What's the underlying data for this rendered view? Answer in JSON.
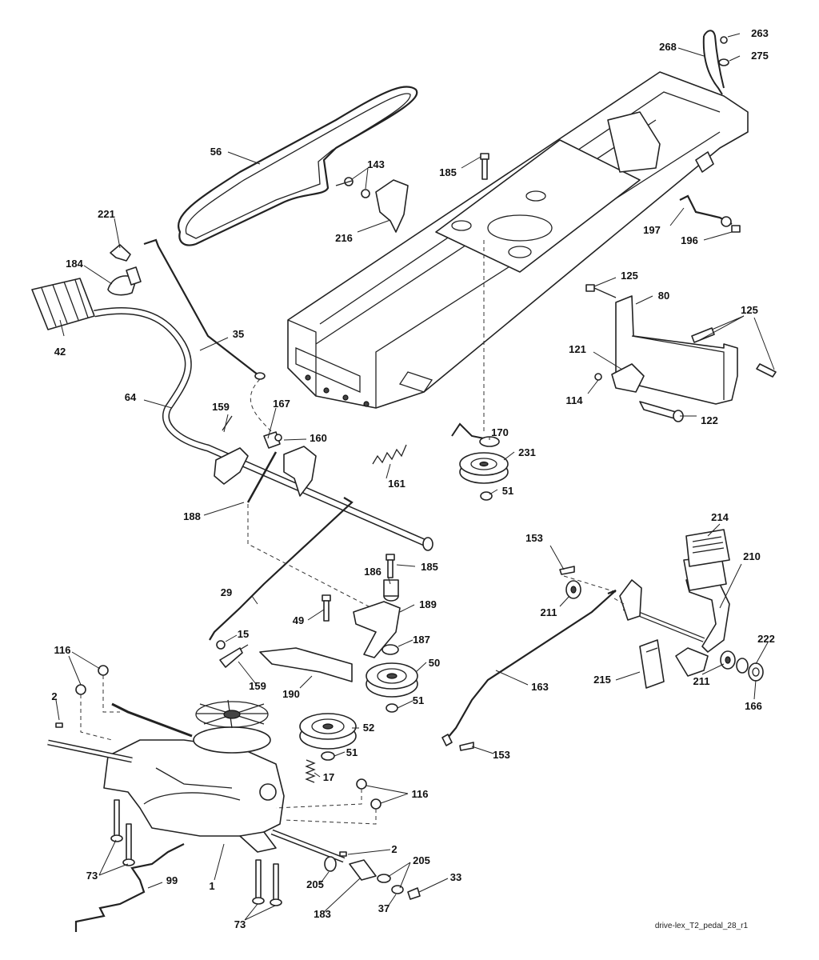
{
  "caption": "drive-lex_T2_pedal_28_r1",
  "labels": [
    {
      "id": "p263",
      "text": "263"
    },
    {
      "id": "p268",
      "text": "268"
    },
    {
      "id": "p275",
      "text": "275"
    },
    {
      "id": "p56",
      "text": "56"
    },
    {
      "id": "p143",
      "text": "143"
    },
    {
      "id": "p185a",
      "text": "185"
    },
    {
      "id": "p216",
      "text": "216"
    },
    {
      "id": "p221",
      "text": "221"
    },
    {
      "id": "p184",
      "text": "184"
    },
    {
      "id": "p42",
      "text": "42"
    },
    {
      "id": "p35",
      "text": "35"
    },
    {
      "id": "p197",
      "text": "197"
    },
    {
      "id": "p196",
      "text": "196"
    },
    {
      "id": "p125a",
      "text": "125"
    },
    {
      "id": "p80",
      "text": "80"
    },
    {
      "id": "p125b",
      "text": "125"
    },
    {
      "id": "p121",
      "text": "121"
    },
    {
      "id": "p114",
      "text": "114"
    },
    {
      "id": "p122",
      "text": "122"
    },
    {
      "id": "p64",
      "text": "64"
    },
    {
      "id": "p159a",
      "text": "159"
    },
    {
      "id": "p167",
      "text": "167"
    },
    {
      "id": "p160",
      "text": "160"
    },
    {
      "id": "p170",
      "text": "170"
    },
    {
      "id": "p231",
      "text": "231"
    },
    {
      "id": "p161",
      "text": "161"
    },
    {
      "id": "p51a",
      "text": "51"
    },
    {
      "id": "p188",
      "text": "188"
    },
    {
      "id": "p153a",
      "text": "153"
    },
    {
      "id": "p214",
      "text": "214"
    },
    {
      "id": "p210",
      "text": "210"
    },
    {
      "id": "p186",
      "text": "186"
    },
    {
      "id": "p185b",
      "text": "185"
    },
    {
      "id": "p29",
      "text": "29"
    },
    {
      "id": "p49",
      "text": "49"
    },
    {
      "id": "p189",
      "text": "189"
    },
    {
      "id": "p211a",
      "text": "211"
    },
    {
      "id": "p15",
      "text": "15"
    },
    {
      "id": "p187",
      "text": "187"
    },
    {
      "id": "p116a",
      "text": "116"
    },
    {
      "id": "p50",
      "text": "50"
    },
    {
      "id": "p222",
      "text": "222"
    },
    {
      "id": "p159b",
      "text": "159"
    },
    {
      "id": "p190",
      "text": "190"
    },
    {
      "id": "p163",
      "text": "163"
    },
    {
      "id": "p215",
      "text": "215"
    },
    {
      "id": "p211b",
      "text": "211"
    },
    {
      "id": "p2a",
      "text": "2"
    },
    {
      "id": "p51b",
      "text": "51"
    },
    {
      "id": "p166",
      "text": "166"
    },
    {
      "id": "p52",
      "text": "52"
    },
    {
      "id": "p51c",
      "text": "51"
    },
    {
      "id": "p153b",
      "text": "153"
    },
    {
      "id": "p17",
      "text": "17"
    },
    {
      "id": "p116b",
      "text": "116"
    },
    {
      "id": "p2b",
      "text": "2"
    },
    {
      "id": "p205a",
      "text": "205"
    },
    {
      "id": "p73a",
      "text": "73"
    },
    {
      "id": "p99",
      "text": "99"
    },
    {
      "id": "p1",
      "text": "1"
    },
    {
      "id": "p205b",
      "text": "205"
    },
    {
      "id": "p33",
      "text": "33"
    },
    {
      "id": "p183",
      "text": "183"
    },
    {
      "id": "p37",
      "text": "37"
    },
    {
      "id": "p73b",
      "text": "73"
    }
  ]
}
